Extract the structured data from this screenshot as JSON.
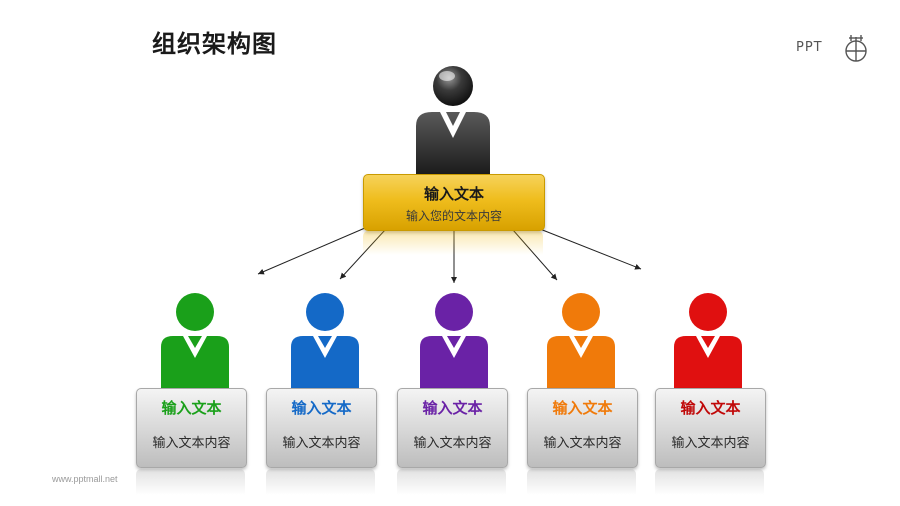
{
  "title": "组织架构图",
  "logo": {
    "text": "PPT",
    "mark_icon": "ppt-mall-mark-icon"
  },
  "footer": "www.pptmall.net",
  "top": {
    "title": "输入文本",
    "subtitle": "输入您的文本内容",
    "person_color": "#2b2b2b",
    "box_color": "#efbd1d"
  },
  "members": [
    {
      "title": "输入文本",
      "text": "输入文本内容",
      "color": "#1aa01a"
    },
    {
      "title": "输入文本",
      "text": "输入文本内容",
      "color": "#1469c7"
    },
    {
      "title": "输入文本",
      "text": "输入文本内容",
      "color": "#6a22a6"
    },
    {
      "title": "输入文本",
      "text": "输入文本内容",
      "color": "#f07a0a"
    },
    {
      "title": "输入文本",
      "text": "输入文本内容",
      "color": "#e01010"
    }
  ]
}
